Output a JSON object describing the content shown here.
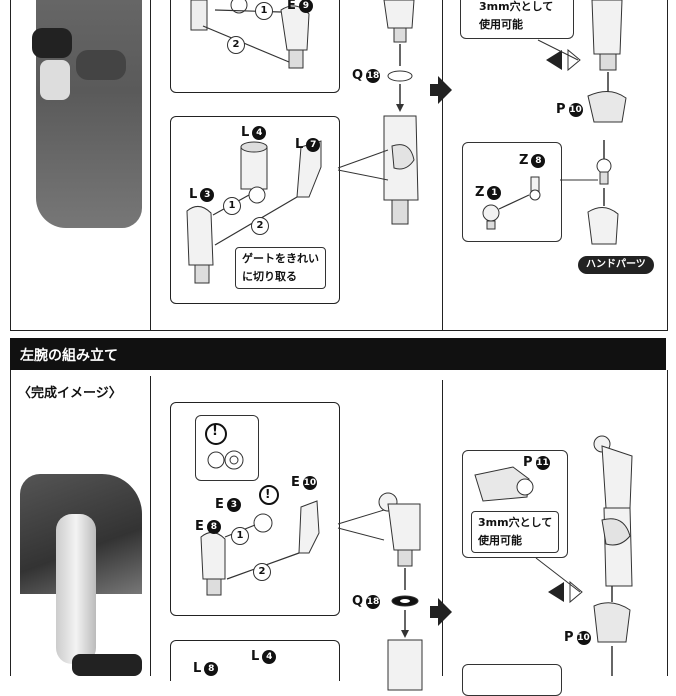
{
  "top": {
    "e9_label": "E",
    "e9_num": "9",
    "q18_label": "Q",
    "q18_num": "18",
    "note_top_line1": "3mm穴として",
    "note_top_line2": "使用可能",
    "p10_label": "P",
    "p10_num": "10",
    "l4_label": "L",
    "l4_num": "4",
    "l7_label": "L",
    "l7_num": "7",
    "l3_label": "L",
    "l3_num": "3",
    "gate_note_line1": "ゲートをきれい",
    "gate_note_line2": "に切り取る",
    "z8_label": "Z",
    "z8_num": "8",
    "z1_label": "Z",
    "z1_num": "1",
    "hand_parts": "ハンドパーツ",
    "step1": "1",
    "step2": "2"
  },
  "section": {
    "header_title": "左腕の組み立て",
    "image_caption": "〈完成イメージ〉"
  },
  "bottom": {
    "e3_label": "E",
    "e3_num": "3",
    "e10_label": "E",
    "e10_num": "10",
    "e8_label": "E",
    "e8_num": "8",
    "q18_label": "Q",
    "q18_num": "18",
    "p11_label": "P",
    "p11_num": "11",
    "note_line1": "3mm穴として",
    "note_line2": "使用可能",
    "p10_label": "P",
    "p10_num": "10",
    "l8_label": "L",
    "l8_num": "8",
    "l4_label": "L",
    "l4_num": "4",
    "caution": "!",
    "step1": "1",
    "step2": "2"
  }
}
